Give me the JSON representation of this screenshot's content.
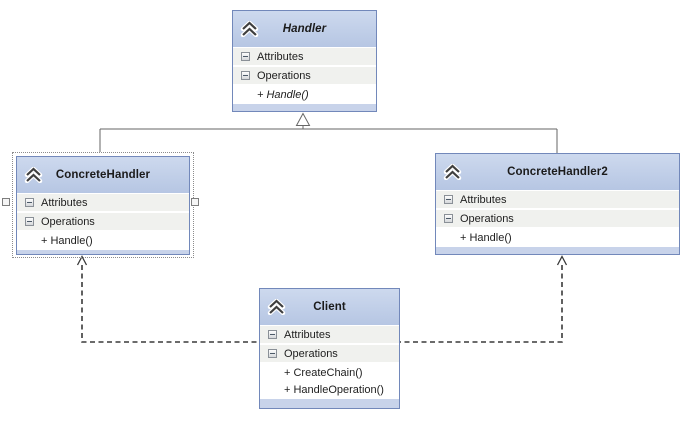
{
  "diagram": {
    "type": "uml-class-diagram",
    "classes": {
      "handler": {
        "title": "Handler",
        "abstract": true,
        "attributes_label": "Attributes",
        "operations_label": "Operations",
        "operations": [
          "+ Handle()"
        ]
      },
      "concrete_handler": {
        "title": "ConcreteHandler",
        "abstract": false,
        "selected": true,
        "attributes_label": "Attributes",
        "operations_label": "Operations",
        "operations": [
          "+ Handle()"
        ]
      },
      "concrete_handler2": {
        "title": "ConcreteHandler2",
        "abstract": false,
        "attributes_label": "Attributes",
        "operations_label": "Operations",
        "operations": [
          "+ Handle()"
        ]
      },
      "client": {
        "title": "Client",
        "abstract": false,
        "attributes_label": "Attributes",
        "operations_label": "Operations",
        "operations": [
          "+ CreateChain()",
          "+ HandleOperation()"
        ]
      }
    },
    "relationships": [
      {
        "type": "inheritance",
        "from": "ConcreteHandler",
        "to": "Handler"
      },
      {
        "type": "inheritance",
        "from": "ConcreteHandler2",
        "to": "Handler"
      },
      {
        "type": "dependency",
        "from": "Client",
        "to": "ConcreteHandler"
      },
      {
        "type": "dependency",
        "from": "Client",
        "to": "ConcreteHandler2"
      }
    ],
    "icons": {
      "header_collapse": "double-chevron-up-icon",
      "section_toggle": "minus-box-icon"
    },
    "colors": {
      "canvas_bg": "#ffffff",
      "header_top": "#cdd9ee",
      "header_bottom": "#b6c6e3",
      "box_border": "#7288ba",
      "section_row_bg": "#f0f1ee",
      "member_row_bg": "#ffffff",
      "footer_bg": "#c8d3ea",
      "solid_line": "#666666",
      "dashed_line": "#3a3a3a",
      "text": "#1e1e1e"
    }
  }
}
